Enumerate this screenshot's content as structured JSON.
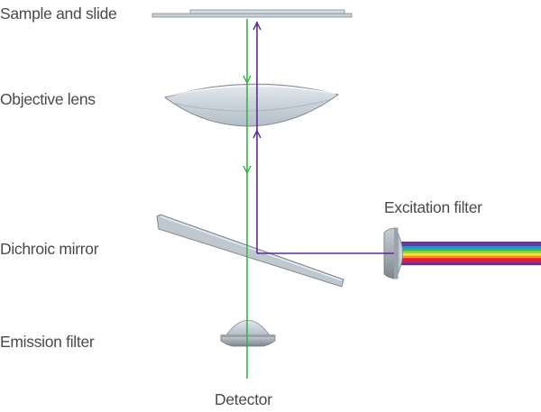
{
  "labels": {
    "sample": "Sample and slide",
    "objective": "Objective lens",
    "dichroic": "Dichroic mirror",
    "emission": "Emission filter",
    "excitation": "Excitation filter",
    "detector": "Detector"
  },
  "colors": {
    "excitation_beam": "#5b2d91",
    "emission_beam": "#36b54a",
    "optic_fill": "#c7d0d9",
    "optic_stroke": "#7f8993",
    "label_text": "#4a4a4a",
    "spectrum": [
      "#7a2e8e",
      "#3a4fa3",
      "#2a8fd0",
      "#2bb673",
      "#a6ce39",
      "#f6e23c",
      "#f7941d",
      "#ed1c24",
      "#b52a6e",
      "#6b2c8c"
    ]
  },
  "icons": {
    "light_source": "rainbow-spectrum-beam"
  }
}
